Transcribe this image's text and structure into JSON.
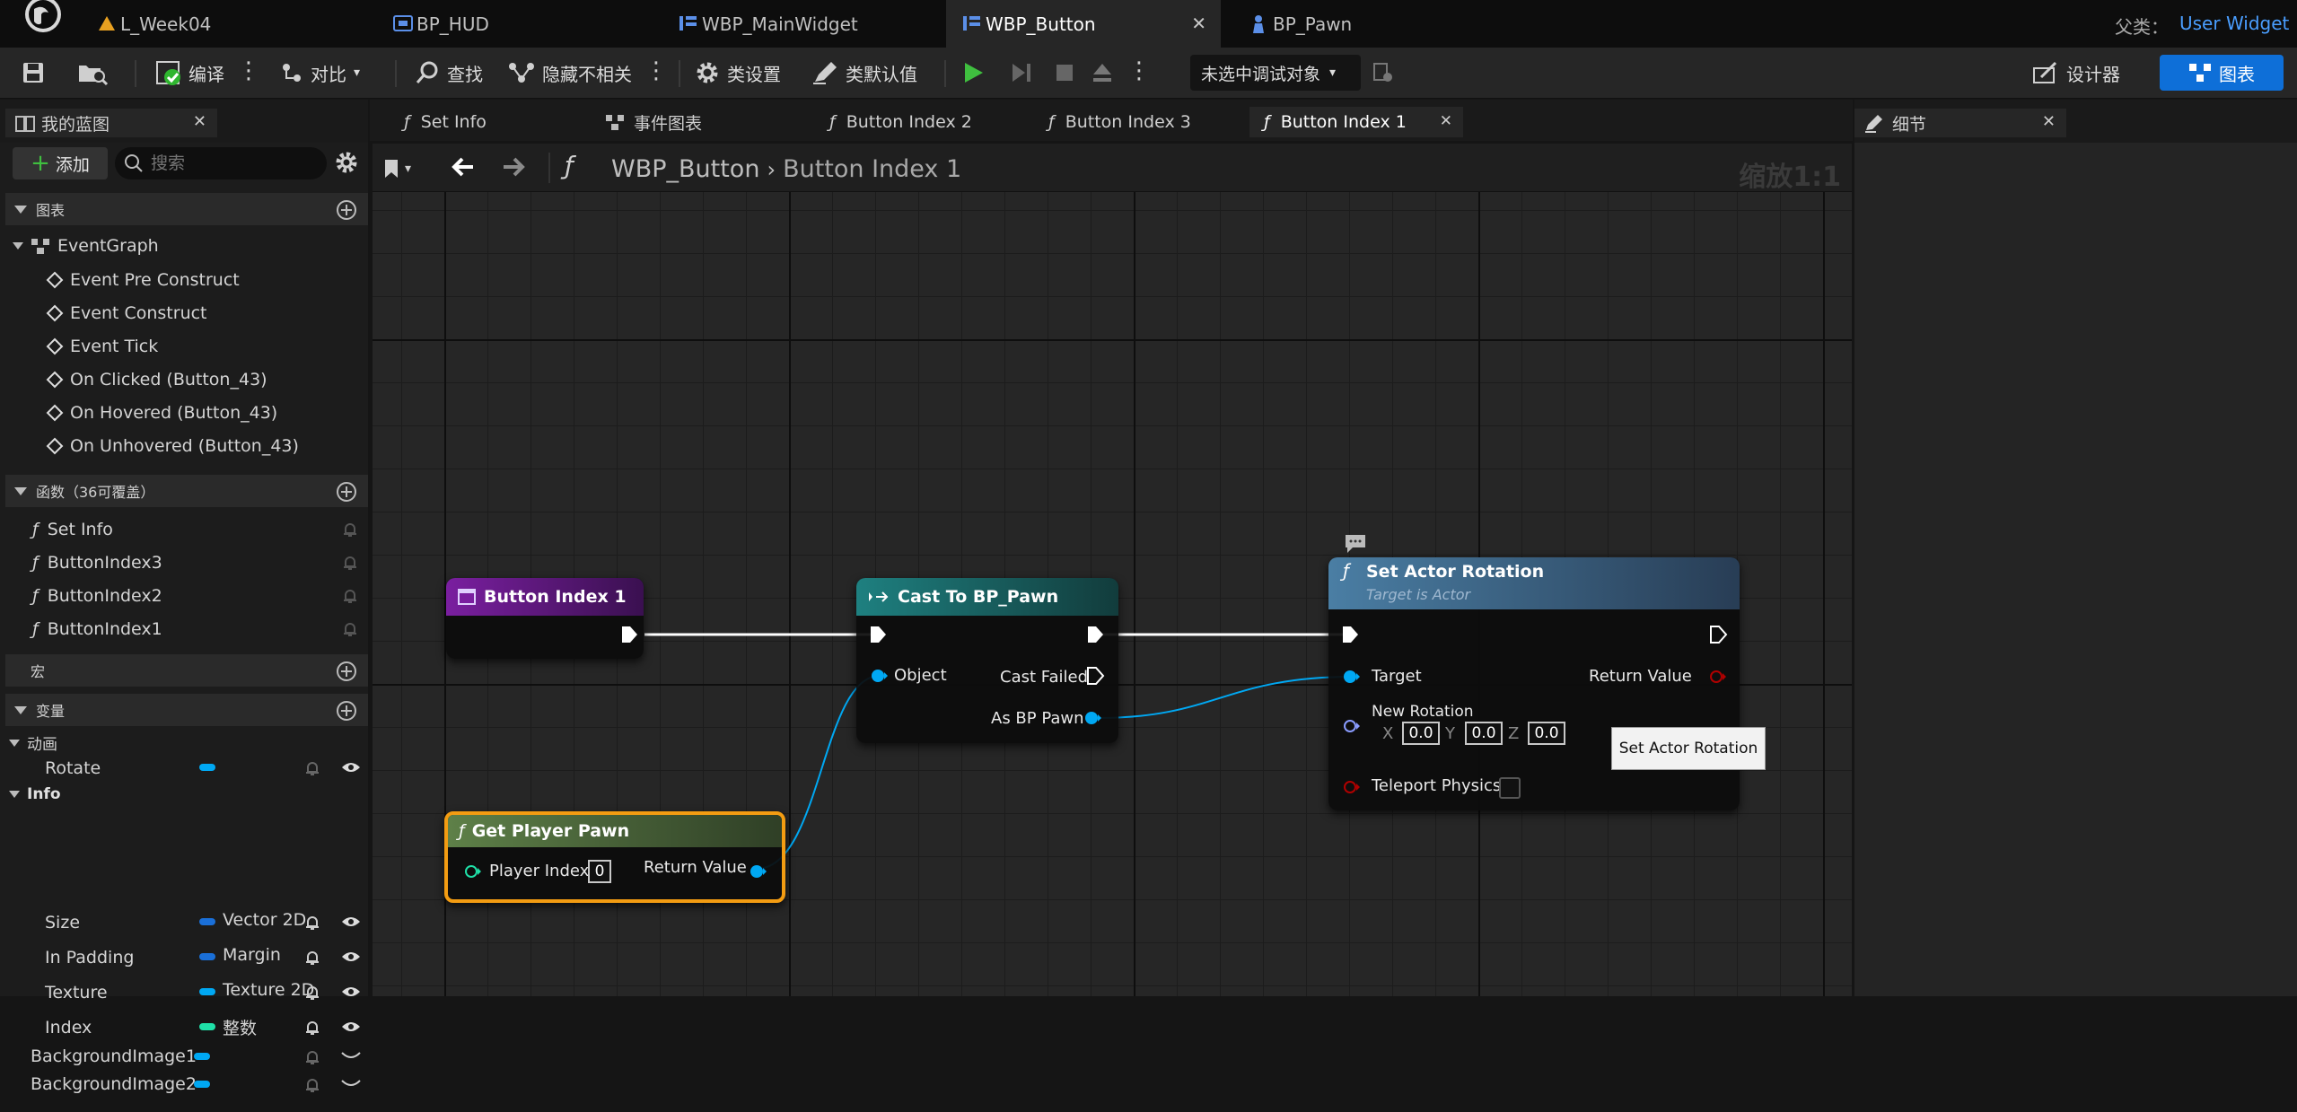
{
  "doc_tabs": [
    {
      "label": "L_Week04",
      "icon": "level-icon"
    },
    {
      "label": "BP_HUD",
      "icon": "hud-blueprint-icon"
    },
    {
      "label": "WBP_MainWidget",
      "icon": "widget-blueprint-icon"
    },
    {
      "label": "WBP_Button",
      "icon": "widget-blueprint-icon",
      "active": true
    },
    {
      "label": "BP_Pawn",
      "icon": "pawn-icon"
    }
  ],
  "parent_class": {
    "label": "父类：",
    "value": "User Widget"
  },
  "toolbar": {
    "compile": "编译",
    "diff": "对比",
    "find": "查找",
    "hide_unrelated": "隐藏不相关",
    "class_settings": "类设置",
    "class_defaults": "类默认值",
    "debug_target": "未选中调试对象",
    "designer": "设计器",
    "graph": "图表"
  },
  "my_blueprint": {
    "title": "我的蓝图",
    "add": "添加",
    "search_placeholder": "搜索",
    "graphs_section": "图表",
    "event_graph": "EventGraph",
    "events": [
      "Event Pre Construct",
      "Event Construct",
      "Event Tick",
      "On Clicked (Button_43)",
      "On Hovered (Button_43)",
      "On Unhovered (Button_43)"
    ],
    "functions_section": "函数（36可覆盖）",
    "functions": [
      "Set Info",
      "ButtonIndex3",
      "ButtonIndex2",
      "ButtonIndex1"
    ],
    "macros_section": "宏",
    "variables_section": "变量",
    "categories": [
      {
        "name": "动画",
        "vars": [
          {
            "name": "Rotate",
            "type": ""
          }
        ]
      },
      {
        "name": "Info",
        "vars": [
          {
            "name": "Size",
            "type": "Vector 2D"
          },
          {
            "name": "In Padding",
            "type": "Margin"
          },
          {
            "name": "Texture",
            "type": "Texture 2D"
          },
          {
            "name": "Index",
            "type": "整数"
          }
        ]
      }
    ],
    "loose_vars": [
      "BackgroundImage1",
      "BackgroundImage2"
    ]
  },
  "graph_tabs": [
    {
      "label": "Set Info",
      "icon": "function-icon"
    },
    {
      "label": "事件图表",
      "icon": "event-graph-icon"
    },
    {
      "label": "Button Index 2",
      "icon": "function-icon"
    },
    {
      "label": "Button Index 3",
      "icon": "function-icon"
    },
    {
      "label": "Button Index 1",
      "icon": "function-icon",
      "active": true
    }
  ],
  "breadcrumb": {
    "root": "WBP_Button",
    "current": "Button Index 1",
    "zoom": "缩放1:1"
  },
  "details": {
    "title": "细节"
  },
  "nodes": {
    "entry": {
      "title": "Button Index 1"
    },
    "cast": {
      "title": "Cast To BP_Pawn",
      "object": "Object",
      "cast_failed": "Cast Failed",
      "as_pawn": "As BP Pawn"
    },
    "set_rot": {
      "title": "Set Actor Rotation",
      "subtitle": "Target is Actor",
      "target": "Target",
      "return_value": "Return Value",
      "new_rotation": "New Rotation",
      "x_label": "X",
      "y_label": "Y",
      "z_label": "Z",
      "x": "0.0",
      "y": "0.0",
      "z": "0.0",
      "teleport": "Teleport Physics"
    },
    "get_pawn": {
      "title": "Get Player Pawn",
      "player_index": "Player Index",
      "player_index_value": "0",
      "return_value": "Return Value"
    }
  },
  "tooltip": "Set Actor Rotation",
  "colors": {
    "accent": "#0e6fd8",
    "exec": "#ffffff",
    "object_pin": "#00a8f3",
    "boolean_pin": "#9c0000",
    "struct_pin": "#7b8dff",
    "entry_head": "#6a1a8e",
    "cast_head": "#1e6f6f",
    "setrot_head": "#3f6a8a",
    "getpawn_head": "#516e3d",
    "selected": "#f39c12"
  }
}
